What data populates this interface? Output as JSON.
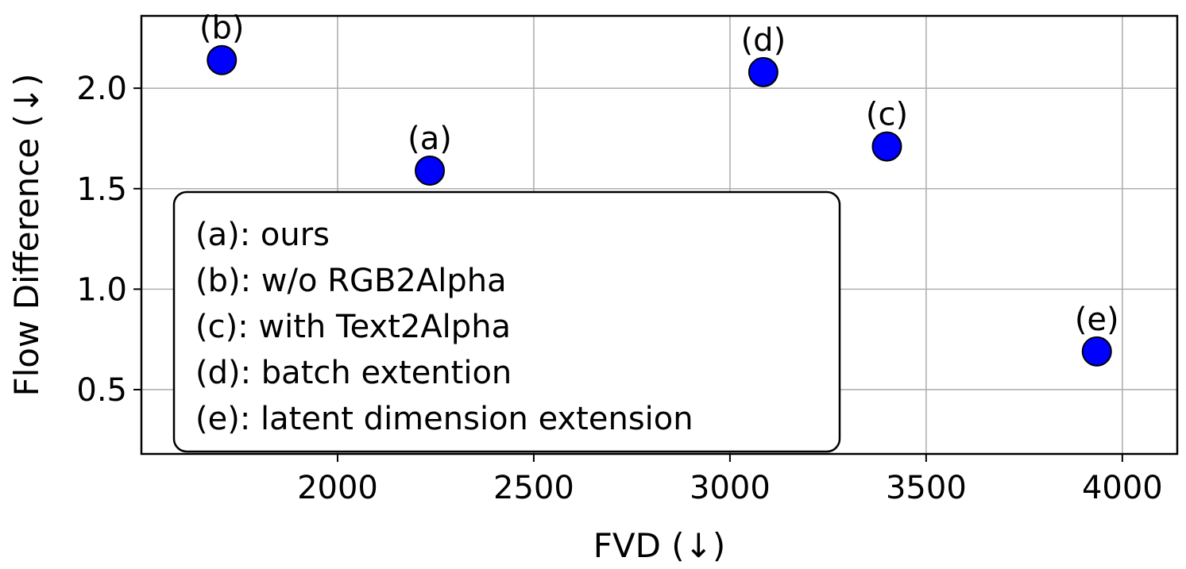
{
  "chart_data": {
    "type": "scatter",
    "title": "",
    "xlabel": "FVD (↓)",
    "ylabel": "Flow Difference (↓)",
    "xlim": [
      1500,
      4140
    ],
    "ylim": [
      0.18,
      2.36
    ],
    "xticks": [
      2000,
      2500,
      3000,
      3500,
      4000
    ],
    "yticks": [
      0.5,
      1.0,
      1.5,
      2.0
    ],
    "xtick_labels": [
      "2000",
      "2500",
      "3000",
      "3500",
      "4000"
    ],
    "ytick_labels": [
      "0.5",
      "1.0",
      "1.5",
      "2.0"
    ],
    "grid": true,
    "marker_color": "#0000ff",
    "marker_edge_color": "#000000",
    "points": [
      {
        "label": "(a)",
        "x": 2235,
        "y": 1.59
      },
      {
        "label": "(b)",
        "x": 1705,
        "y": 2.14
      },
      {
        "label": "(c)",
        "x": 3400,
        "y": 1.71
      },
      {
        "label": "(d)",
        "x": 3085,
        "y": 2.08
      },
      {
        "label": "(e)",
        "x": 3935,
        "y": 0.69
      }
    ],
    "legend_placement": "lower-left",
    "legend_entries": [
      "(a): ours",
      "(b): w/o RGB2Alpha",
      "(c): with Text2Alpha",
      "(d): batch extention",
      "(e): latent dimension extension"
    ]
  }
}
